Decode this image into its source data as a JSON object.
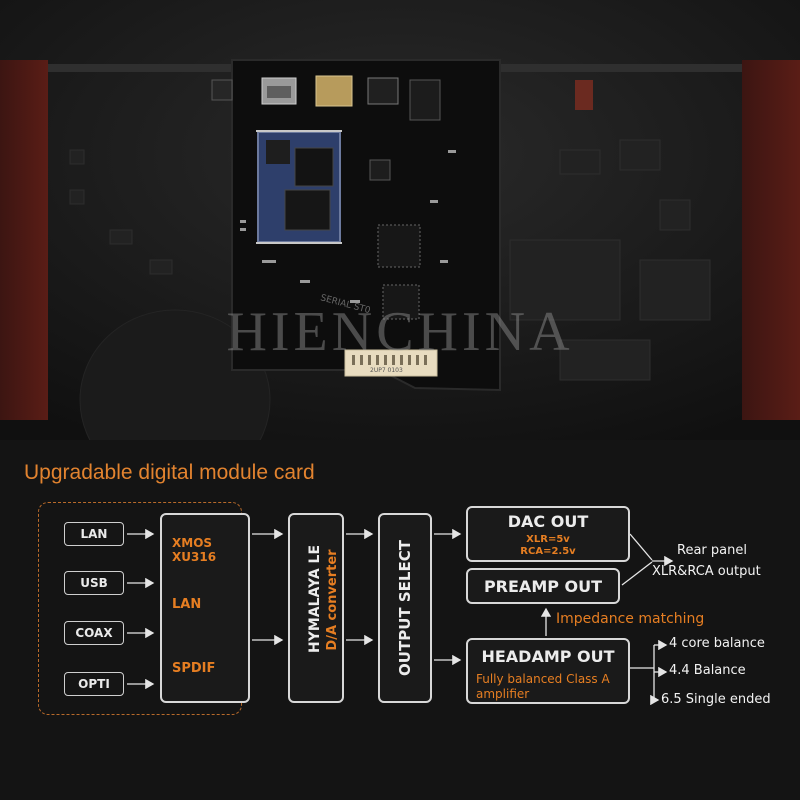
{
  "watermark": "HIENCHINA",
  "heading": "Upgradable digital module card",
  "colors": {
    "accent": "#e67e22",
    "box_border": "#d8d8d8",
    "dashed_border": "#b86a2a"
  },
  "inputs": [
    "LAN",
    "USB",
    "COAX",
    "OPTI"
  ],
  "xmos_block": {
    "chip_line1": "XMOS",
    "chip_line2": "XU316",
    "lan": "LAN",
    "spdif": "SPDIF"
  },
  "dac_block": {
    "title": "HYMALAYA LE",
    "subtitle": "D/A converter"
  },
  "output_select": "OUTPUT SELECT",
  "dac_out": {
    "title": "DAC OUT",
    "xlr": "XLR=5v",
    "rca": "RCA=2.5v"
  },
  "preamp_out": "PREAMP OUT",
  "rear_panel": {
    "line1": "Rear panel",
    "line2": "XLR&RCA output"
  },
  "impedance": "Impedance matching",
  "headamp": {
    "title": "HEADAMP OUT",
    "desc_line1": "Fully balanced Class A",
    "desc_line2": "amplifier"
  },
  "headphone_outputs": [
    "4 core balance",
    "4.4 Balance",
    "6.5 Single ended"
  ],
  "pcb_silkscreen": {
    "board_name": "SERIAL ST0",
    "connector_marking": "2UP7 0103"
  }
}
